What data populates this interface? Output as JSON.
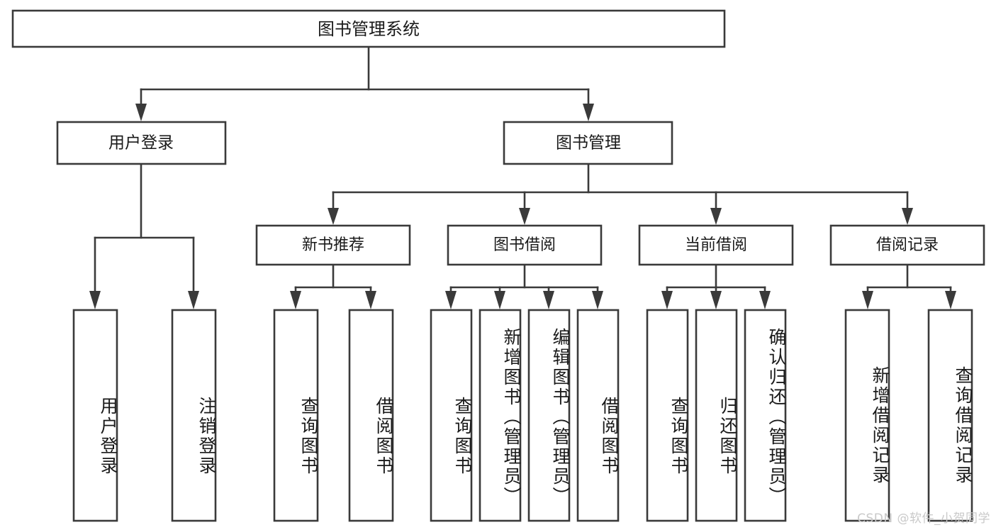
{
  "diagram": {
    "title": "图书管理系统",
    "type": "tree",
    "orientation": "top-down",
    "colors": {
      "box_stroke": "#3a3a3a",
      "box_fill": "#ffffff",
      "connector": "#3a3a3a",
      "text": "#1a1a1a",
      "watermark": "#c9c9c9",
      "background": "#ffffff"
    }
  },
  "root": {
    "label": "图书管理系统"
  },
  "level1": [
    {
      "label": "用户登录"
    },
    {
      "label": "图书管理"
    }
  ],
  "level2": [
    {
      "label": "新书推荐"
    },
    {
      "label": "图书借阅"
    },
    {
      "label": "当前借阅"
    },
    {
      "label": "借阅记录"
    }
  ],
  "leaves": {
    "user_login": [
      {
        "label": "用户登录"
      },
      {
        "label": "注销登录"
      }
    ],
    "new_book_recommend": [
      {
        "label": "查询图书"
      },
      {
        "label": "借阅图书"
      }
    ],
    "book_borrow": [
      {
        "label": "查询图书"
      },
      {
        "label": "新增图书（管理员）"
      },
      {
        "label": "编辑图书（管理员）"
      },
      {
        "label": "借阅图书"
      }
    ],
    "current_borrow": [
      {
        "label": "查询图书"
      },
      {
        "label": "归还图书"
      },
      {
        "label": "确认归还（管理员）"
      }
    ],
    "borrow_record": [
      {
        "label": "新增借阅记录"
      },
      {
        "label": "查询借阅记录"
      }
    ]
  },
  "watermark": {
    "text": "CSDN @软件_小贺同学"
  }
}
